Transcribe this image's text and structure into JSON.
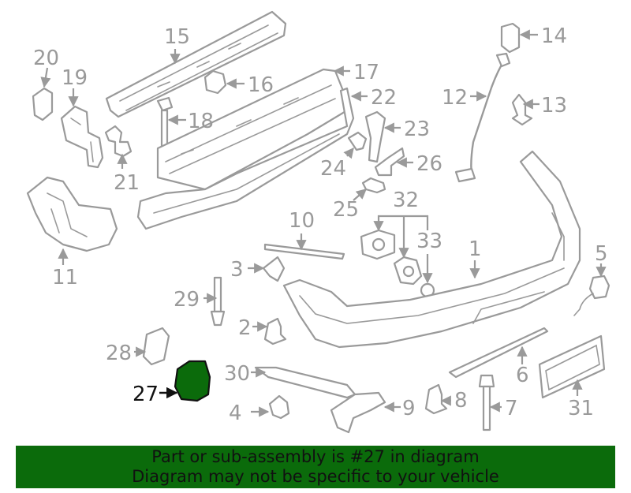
{
  "diagram": {
    "highlight_color": "#0b6b0b",
    "line_color": "#9a9a9a",
    "highlighted_part": "27",
    "callouts": {
      "c1": "1",
      "c2": "2",
      "c3": "3",
      "c4": "4",
      "c5": "5",
      "c6": "6",
      "c7": "7",
      "c8": "8",
      "c9": "9",
      "c10": "10",
      "c11": "11",
      "c12": "12",
      "c13": "13",
      "c14": "14",
      "c15": "15",
      "c16": "16",
      "c17": "17",
      "c18": "18",
      "c19": "19",
      "c20": "20",
      "c21": "21",
      "c22": "22",
      "c23": "23",
      "c24": "24",
      "c25": "25",
      "c26": "26",
      "c27": "27",
      "c28": "28",
      "c29": "29",
      "c30": "30",
      "c31": "31",
      "c32": "32",
      "c33": "33"
    }
  },
  "banner": {
    "line1": "Part or sub-assembly is #27 in diagram",
    "line2": "Diagram may not be specific to your vehicle",
    "background": "#0b6b0b"
  }
}
